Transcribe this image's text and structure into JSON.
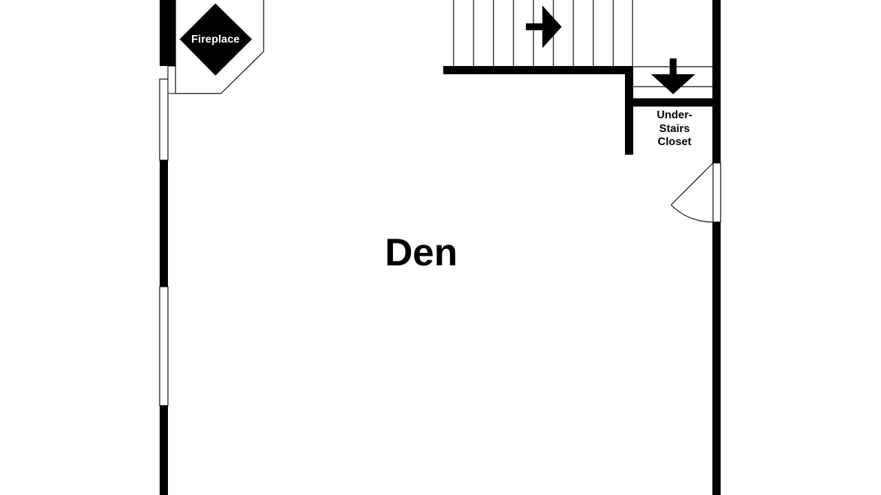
{
  "floorplan": {
    "rooms": {
      "den": "Den"
    },
    "fixtures": {
      "fireplace": "Fireplace"
    },
    "closet": {
      "line1": "Under-",
      "line2": "Stairs",
      "line3": "Closet"
    }
  },
  "colors": {
    "wall": "#000000",
    "background": "#ffffff"
  }
}
